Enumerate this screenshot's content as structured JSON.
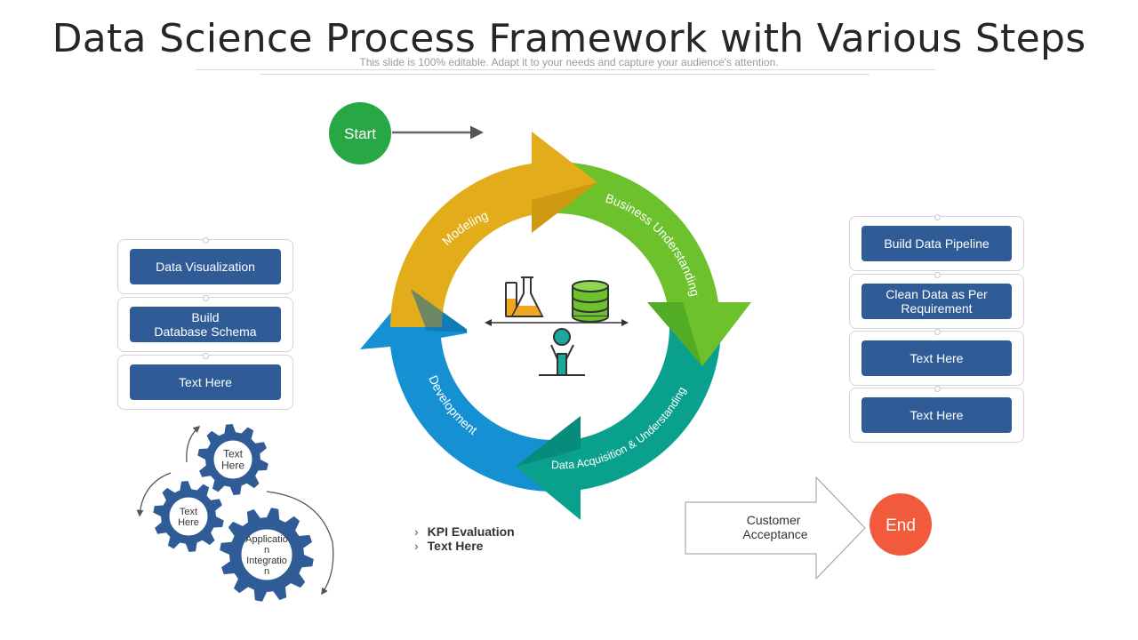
{
  "header": {
    "title": "Data Science Process Framework with Various Steps",
    "subtitle": "This slide is 100% editable. Adapt it to your needs and capture your audience's attention."
  },
  "flow": {
    "start_label": "Start",
    "end_label": "End",
    "customer_acceptance": "Customer\nAcceptance"
  },
  "cycle": {
    "segments": [
      {
        "label": "Modeling",
        "color": "#e2ac1a"
      },
      {
        "label": "Business Understanding",
        "color": "#6cc12d"
      },
      {
        "label": "Data Acquisition & Understanding",
        "color": "#0aa08e"
      },
      {
        "label": "Development",
        "color": "#1590d3"
      }
    ]
  },
  "left_panel": {
    "items": [
      "Data Visualization",
      "Build\nDatabase Schema",
      "Text Here"
    ]
  },
  "right_panel": {
    "items": [
      "Build Data Pipeline",
      "Clean Data as Per\nRequirement",
      "Text Here",
      "Text Here"
    ]
  },
  "gears": [
    {
      "label": "Text\nHere"
    },
    {
      "label": "Text\nHere"
    },
    {
      "label": "Applicatio\nn\nIntegratio\nn"
    }
  ],
  "kpi_list": [
    "KPI Evaluation",
    "Text Here"
  ],
  "colors": {
    "start": "#27a844",
    "end": "#f15a3a",
    "button": "#2f5c96",
    "gear": "#2f5c96"
  }
}
